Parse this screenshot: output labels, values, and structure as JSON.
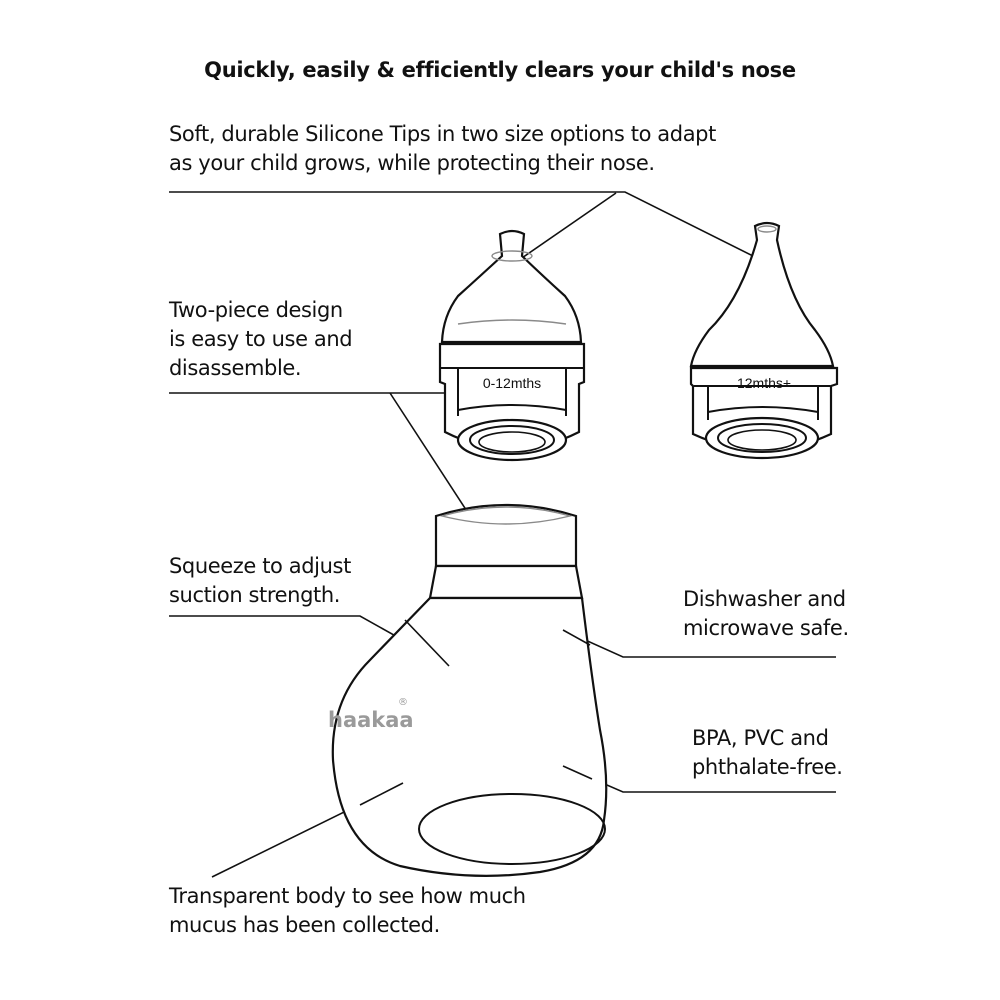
{
  "title": "Quickly, easily & efficiently clears your child's nose",
  "callouts": {
    "tips": [
      "Soft, durable Silicone Tips in two size options to adapt",
      "as your child grows, while protecting their nose."
    ],
    "two_piece": [
      "Two-piece design",
      "is easy to use and",
      "disassemble."
    ],
    "squeeze": [
      "Squeeze to adjust",
      "suction strength."
    ],
    "dishwasher": [
      "Dishwasher and",
      "microwave safe."
    ],
    "bpa": [
      "BPA, PVC and",
      "phthalate-free."
    ],
    "transparent": [
      "Transparent body to see how much",
      "mucus has been collected."
    ]
  },
  "tips": {
    "small": "0-12mths",
    "large": "12mths+"
  },
  "brand": {
    "name": "haakaa",
    "mark": "®"
  },
  "icons": [
    "silicone-tip-small-icon",
    "silicone-tip-large-icon",
    "aspirator-bulb-icon"
  ],
  "colors": {
    "line": "#111111",
    "brand": "#9a9a9a"
  }
}
